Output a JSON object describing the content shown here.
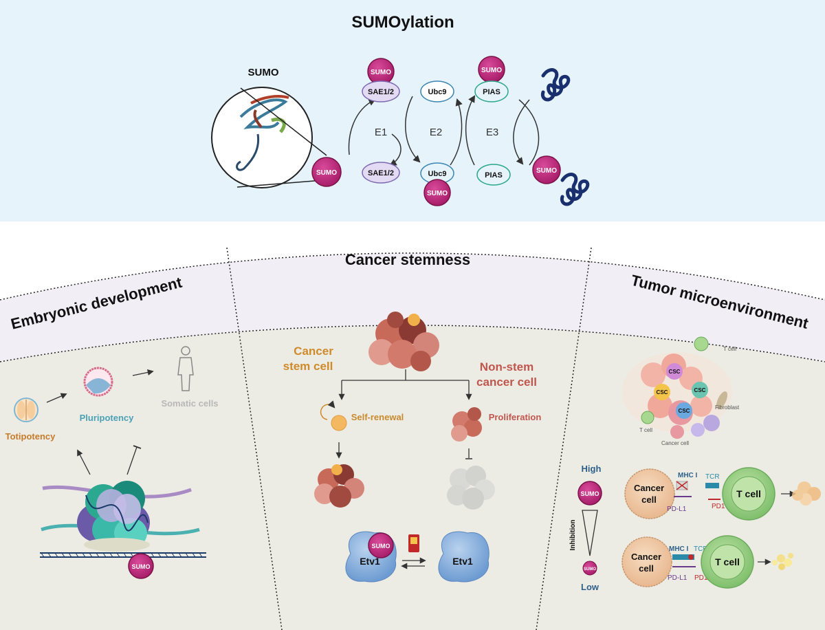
{
  "title": "SUMOylation",
  "sumo_structure_label": "SUMO",
  "sumo_tag": "SUMO",
  "enzymes": {
    "e1": "E1",
    "e2": "E2",
    "e3": "E3",
    "sae": "SAE1/2",
    "ubc9": "Ubc9",
    "pias": "PIAS"
  },
  "sections": {
    "embryonic": "Embryonic development",
    "stemness": "Cancer stemness",
    "tme": "Tumor microenvironment"
  },
  "embryonic": {
    "totipotency": "Totipotency",
    "pluripotency": "Pluripotency",
    "somatic": "Somatic cells"
  },
  "stemness": {
    "csc_line1": "Cancer",
    "csc_line2": "stem cell",
    "nsc_line1": "Non-stem",
    "nsc_line2": "cancer cell",
    "self_renewal": "Self-renewal",
    "proliferation": "Proliferation",
    "etv1": "Etv1"
  },
  "tme": {
    "csc": "CSC",
    "t_cell_small": "T cell",
    "fibroblast": "Fibroblast",
    "cancer_cell_small": "Cancer cell",
    "high": "High",
    "low": "Low",
    "inhibition": "Inhibition",
    "cancer_line1": "Cancer",
    "cancer_line2": "cell",
    "t_cell": "T cell",
    "mhc": "MHC I",
    "tcr": "TCR",
    "pdl1": "PD-L1",
    "pd1": "PD1"
  },
  "colors": {
    "sumo": "#c0287c",
    "top_bg": "#e6f3fb",
    "band_bg": "#f1eef6",
    "panel_bg": "#ececE4",
    "totipotency": "#c77a2a",
    "pluripotency": "#4aa0b6",
    "csc": "#d08a2a",
    "nsc": "#c0564c",
    "tcell": "#8cc97a",
    "high_low": "#2e5f8a"
  }
}
